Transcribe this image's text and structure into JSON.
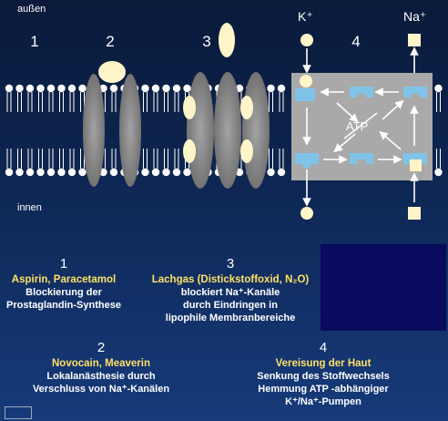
{
  "labels": {
    "outside": "außen",
    "inside": "innen",
    "k_ion": "K⁺",
    "na_ion": "Na⁺",
    "atp": "ATP",
    "n1": "1",
    "n2": "2",
    "n3": "3",
    "n4": "4"
  },
  "captions": {
    "c1": {
      "num": "1",
      "title": "Aspirin, Paracetamol",
      "line1": "Blockierung der",
      "line2": "Prostaglandin-Synthese"
    },
    "c3": {
      "num": "3",
      "title": "Lachgas (Distickstoffoxid, N₂O)",
      "line1": "blockiert Na⁺-Kanäle",
      "line2": "durch Eindringen in",
      "line3": "lipophile Membranbereiche"
    },
    "c2": {
      "num": "2",
      "title": "Novocain, Meaverin",
      "line1": "Lokalanästhesie durch",
      "line2": "Verschluss von Na⁺-Kanälen"
    },
    "c4": {
      "num": "4",
      "title": "Vereisung der Haut",
      "line1": "Senkung des Stoffwechsels",
      "line2": "Hemmung ATP -abhängiger",
      "line3": "K⁺/Na⁺-Pumpen"
    }
  },
  "colors": {
    "ion_fill": "#fff5c8",
    "protein_grey": "#8a8a8a",
    "pump_box": "#a9a9a9",
    "pump_slot": "#7fc4e8",
    "lipid_head": "#ffffff",
    "caption_title": "#ffe066"
  }
}
